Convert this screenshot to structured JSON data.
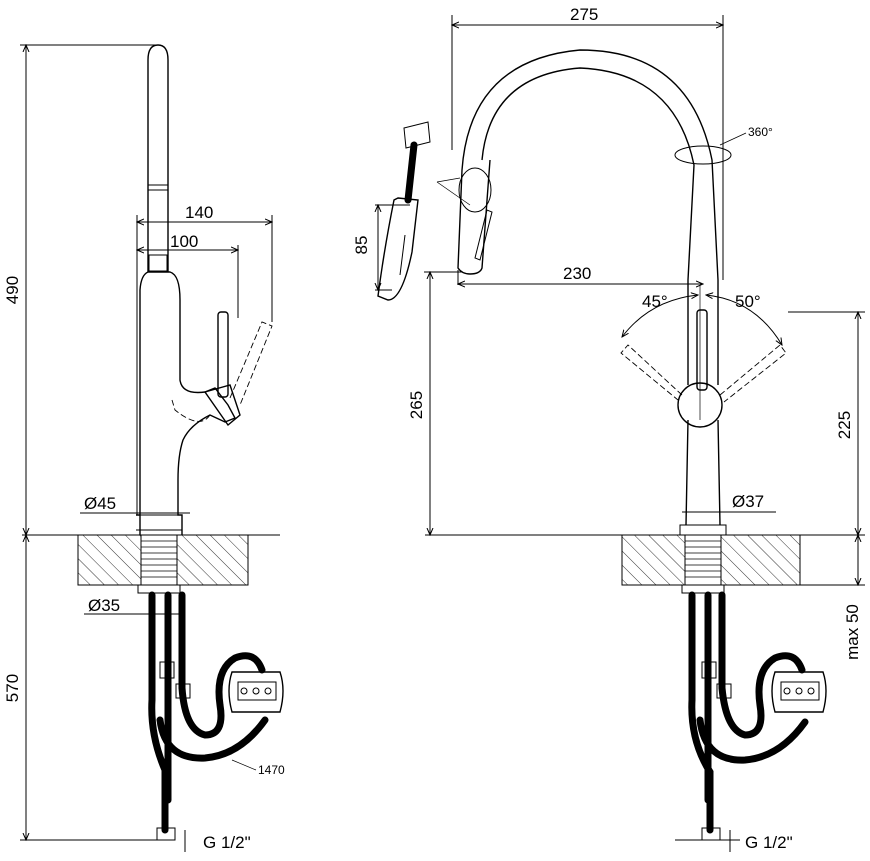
{
  "left_view": {
    "dims": {
      "height_total": "490",
      "reach_spray": "140",
      "reach_spout": "100",
      "body_diameter": "Ø45",
      "mount_diameter": "Ø35",
      "hose_height": "570",
      "hose_length": "1470",
      "thread": "G 1/2\""
    }
  },
  "right_view": {
    "dims": {
      "width_total": "275",
      "swivel": "360°",
      "pullout": "85",
      "spout_reach": "230",
      "lever_angle_left": "45°",
      "lever_angle_right": "50°",
      "spout_height": "265",
      "lever_height": "225",
      "body_diameter": "Ø37",
      "counter_max": "max 50",
      "thread": "G 1/2\""
    }
  },
  "colors": {
    "line": "#000000",
    "background": "#ffffff"
  }
}
